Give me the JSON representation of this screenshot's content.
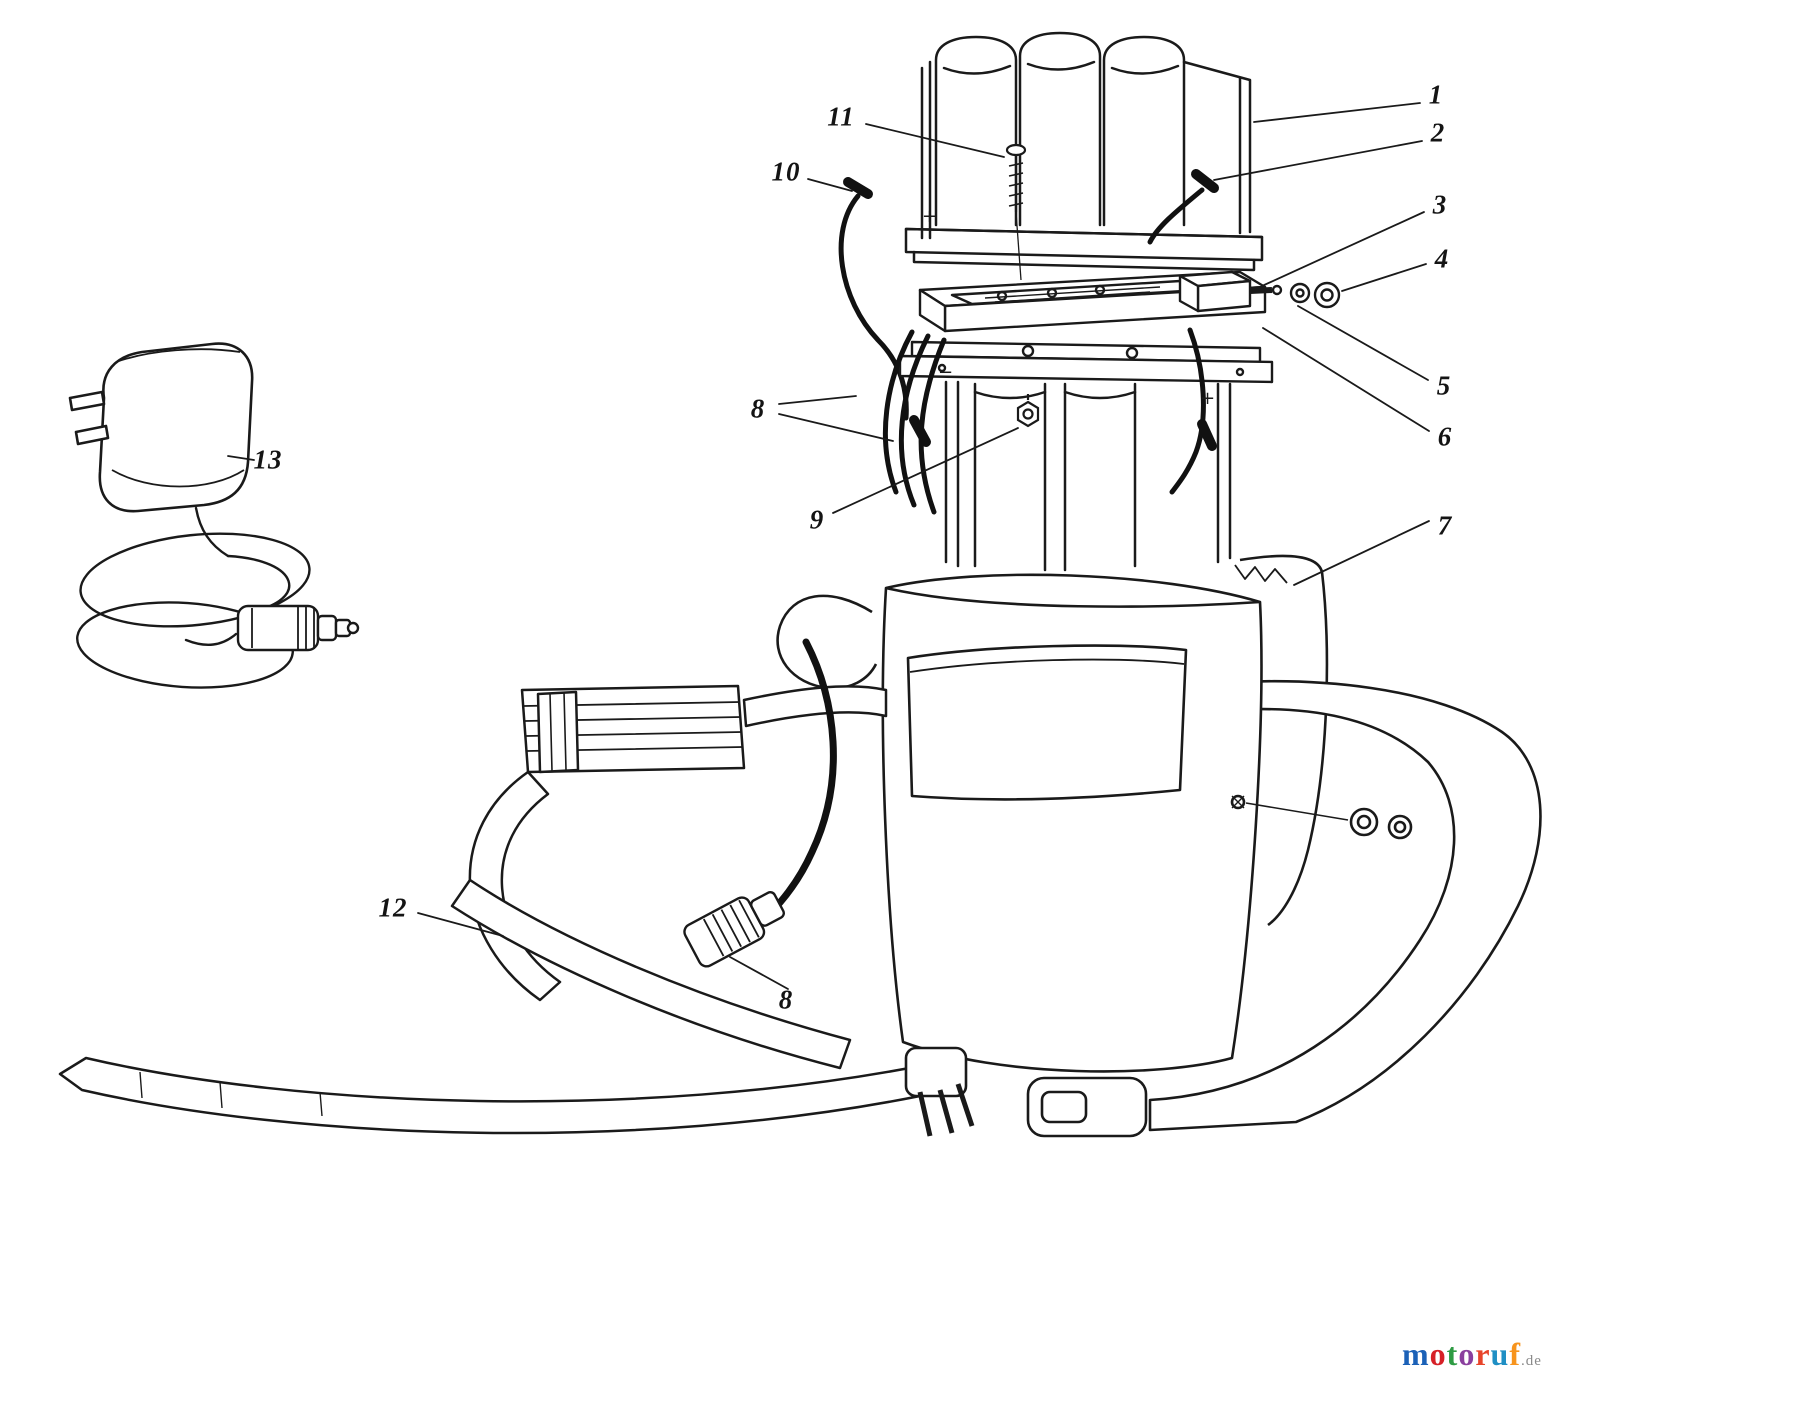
{
  "callouts": [
    {
      "label": "1"
    },
    {
      "label": "2"
    },
    {
      "label": "3"
    },
    {
      "label": "4"
    },
    {
      "label": "5"
    },
    {
      "label": "6"
    },
    {
      "label": "7"
    },
    {
      "label": "8"
    },
    {
      "label": "9"
    },
    {
      "label": "10"
    },
    {
      "label": "11"
    },
    {
      "label": "12"
    },
    {
      "label": "13"
    },
    {
      "label": "8"
    }
  ],
  "symbols": {
    "plus_top": "+",
    "minus_lower": "−",
    "plus_lower": "+"
  },
  "watermark": {
    "text": "motoruf.de",
    "letters": [
      {
        "char": "m",
        "css": "color:#1b61b7"
      },
      {
        "char": "o",
        "css": "color:#d62027"
      },
      {
        "char": "t",
        "css": "color:#2e9b43"
      },
      {
        "char": "o",
        "css": "color:#8a3f9e"
      },
      {
        "char": "r",
        "css": "color:#e8442a"
      },
      {
        "char": "u",
        "css": "color:#1f8fc4"
      },
      {
        "char": "f",
        "css": "color:#f7941d"
      },
      {
        "char": ".de",
        "css": "color:#8a8a8a;font-size:15px;font-weight:400"
      }
    ]
  }
}
